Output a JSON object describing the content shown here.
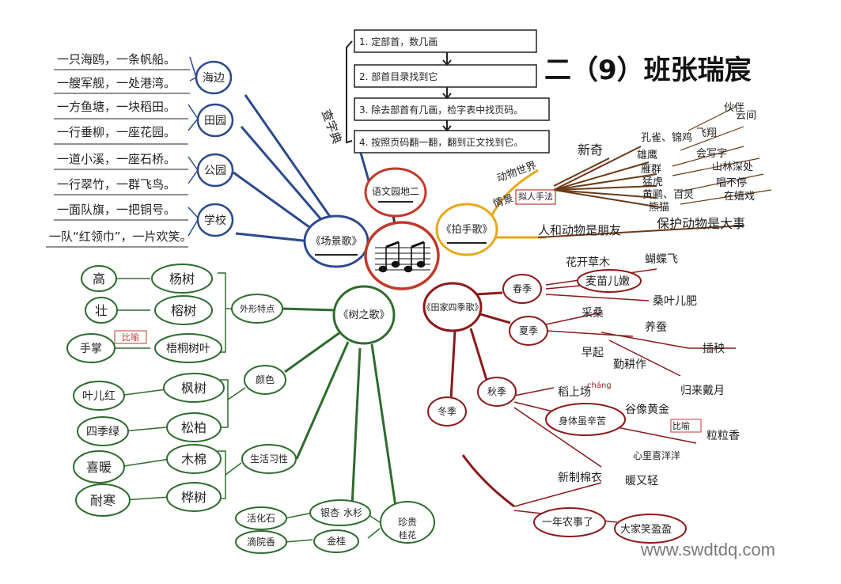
{
  "title": "二（9）班张瑞宸",
  "watermark": "www.swdtdq.com",
  "center": {
    "icon": "music-notes-icon",
    "border": "#c0392b"
  },
  "top": {
    "label": "语文园地二"
  },
  "left": {
    "label": "《场景歌》",
    "categories": [
      {
        "name": "海边",
        "lines": [
          "一只海鸥，一条帆船。",
          "一艘军舰，一处港湾。"
        ]
      },
      {
        "name": "田园",
        "lines": [
          "一方鱼塘，一块稻田。",
          "一行垂柳，一座花园。"
        ]
      },
      {
        "name": "公园",
        "lines": [
          "一道小溪，一座石桥。",
          "一行翠竹，一群飞鸟。"
        ]
      },
      {
        "name": "学校",
        "lines": [
          "一面队旗，一把铜号。",
          "一队“红领巾”，一片欢笑。"
        ]
      }
    ]
  },
  "lookup": {
    "label": "查字典",
    "steps": [
      "1. 定部首，数几画",
      "2. 部首目录找到它",
      "3. 除去部首有几画，检字表中找页码。",
      "4. 按照页码翻一翻，翻到正文找到它。"
    ]
  },
  "right": {
    "label": "《拍手歌》",
    "branches": [
      "动物世界",
      "情景",
      "拟人手法"
    ],
    "tag": "新奇",
    "animals": [
      "孔雀、锦鸡",
      "雄鹰",
      "雁群",
      "猛虎",
      "黄鹂、百灵",
      "熊猫"
    ],
    "actions": [
      "伙伴",
      "飞翔",
      "云间",
      "会写字",
      "山林深处",
      "唱不停",
      "在嬉戏"
    ],
    "summary1": "人和动物是朋友",
    "summary2": "保护动物是大事"
  },
  "bottom_right": {
    "label": "《田家四季歌》",
    "seasons": [
      "春季",
      "夏季",
      "秋季",
      "冬季"
    ],
    "spring": [
      "花开草木",
      "蝴蝶飞",
      "麦苗儿嫩",
      "桑叶儿肥"
    ],
    "summer": [
      "采桑",
      "养蚕",
      "早起",
      "勤耕作",
      "插秧",
      "归来戴月"
    ],
    "autumn": [
      "稻上场",
      "chánɡ",
      "谷像黄金",
      "比喻",
      "粒粒香",
      "身体虽辛苦",
      "心里喜洋洋"
    ],
    "winter": [
      "新制棉衣",
      "暖又轻",
      "一年农事了",
      "大家笑盈盈"
    ]
  },
  "bottom_left": {
    "label": "《树之歌》",
    "groups": [
      "外形特点",
      "颜色",
      "生活习性"
    ],
    "shape": [
      {
        "feature": "高",
        "tree": "杨树"
      },
      {
        "feature": "壮",
        "tree": "榕树"
      },
      {
        "feature": "手掌",
        "tree": "梧桐树叶",
        "note": "比喻"
      }
    ],
    "color": [
      {
        "feature": "叶儿红",
        "tree": "枫树"
      },
      {
        "feature": "四季绿",
        "tree": "松柏"
      }
    ],
    "habit": [
      {
        "feature": "喜暖",
        "tree": "木棉"
      },
      {
        "feature": "耐寒",
        "tree": "桦树"
      }
    ],
    "extra": [
      "活化石",
      "银杏",
      "水杉",
      "珍贵",
      "金桂",
      "滴院香",
      "桂花"
    ]
  }
}
